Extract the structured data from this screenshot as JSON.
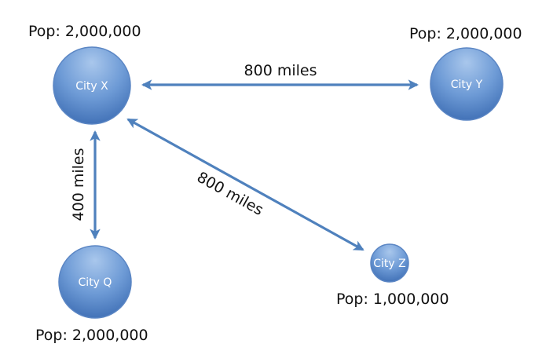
{
  "cities": {
    "x": {
      "name": "City X",
      "population": "Pop: 2,000,000"
    },
    "y": {
      "name": "City Y",
      "population": "Pop: 2,000,000"
    },
    "q": {
      "name": "City Q",
      "population": "Pop: 2,000,000"
    },
    "z": {
      "name": "City Z",
      "population": "Pop: 1,000,000"
    }
  },
  "distances": {
    "x_y": "800 miles",
    "x_z": "800 miles",
    "x_q": "400 miles"
  },
  "colors": {
    "node_light": "#8db3e2",
    "node_dark": "#3d6fb6",
    "node_stroke": "#5b86c4",
    "arrow": "#4f81bd"
  }
}
